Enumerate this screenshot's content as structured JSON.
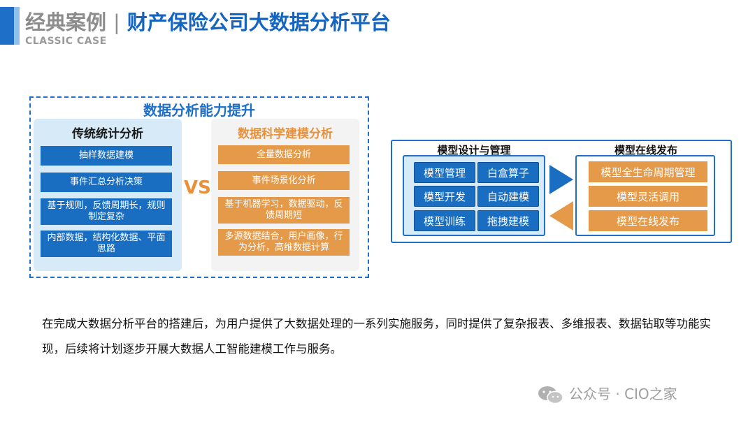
{
  "header": {
    "category": "经典案例",
    "separator": "|",
    "title": "财产保险公司大数据分析平台",
    "subtitle": "CLASSIC CASE"
  },
  "comparison": {
    "title": "数据分析能力提升",
    "vs": "VS",
    "traditional": {
      "title": "传统统计分析",
      "items": [
        "抽样数据建模",
        "事件汇总分析决策",
        "基于规则，反馈周期长，规则制定复杂",
        "内部数据，结构化数据、平面思路"
      ]
    },
    "data_science": {
      "title": "数据科学建模分析",
      "items": [
        "全量数据分析",
        "事件场景化分析",
        "基于机器学习，数据驱动，反馈周期短",
        "多源数据结合，用户画像，行为分析，高维数据计算"
      ]
    }
  },
  "model": {
    "design_title": "模型设计与管理",
    "design_buttons": [
      "模型管理",
      "白盒算子",
      "模型开发",
      "自动建模",
      "模型训练",
      "拖拽建模"
    ],
    "online_title": "模型在线发布",
    "online_buttons": [
      "模型全生命周期管理",
      "模型灵活调用",
      "模型在线发布"
    ]
  },
  "description": "在完成大数据分析平台的搭建后，为用户提供了大数据处理的一系列实施服务，同时提供了复杂报表、多维报表、数据钻取等功能实现，后续将计划逐步开展大数据人工智能建模工作与服务。",
  "watermark": "公众号 · CIO之家",
  "colors": {
    "blue": "#1a6ec2",
    "orange": "#e59a4a",
    "light_blue": "#d6eaf8"
  }
}
